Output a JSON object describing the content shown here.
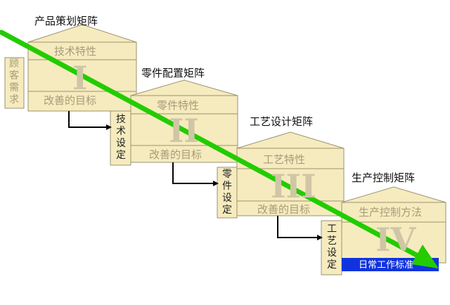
{
  "colors": {
    "house_fill": "#f6ebbe",
    "house_stroke": "#9a9370",
    "side_box_fill": "#f6ebbe",
    "arrow_green": "#22cc00",
    "connector": "#000000",
    "standard_bar": "#1133dd",
    "label_text": "#a59c7a"
  },
  "houses": [
    {
      "title": "产品策划矩阵",
      "top_label": "技术特性",
      "numeral": "I",
      "bottom_label": "改善的目标"
    },
    {
      "title": "零件配置矩阵",
      "top_label": "零件特性",
      "numeral": "II",
      "bottom_label": "改善的目标"
    },
    {
      "title": "工艺设计矩阵",
      "top_label": "工艺特性",
      "numeral": "III",
      "bottom_label": "改善的目标"
    },
    {
      "title": "生产控制矩阵",
      "top_label": "生产控制方法",
      "numeral": "IV",
      "bottom_label": "日常工作标准"
    }
  ],
  "side_boxes": [
    {
      "text": "顾客需求"
    },
    {
      "text": "技术设定"
    },
    {
      "text": "零件设定"
    },
    {
      "text": "工艺设定"
    }
  ]
}
